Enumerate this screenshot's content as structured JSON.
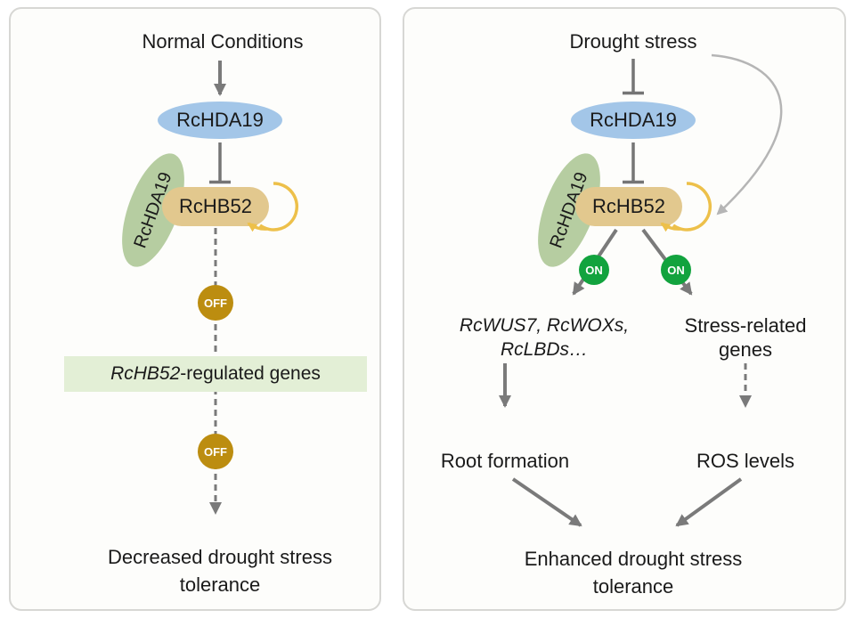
{
  "figure": {
    "left": {
      "title": "Normal Conditions",
      "hda19": "RcHDA19",
      "hda19_side": "RcHDA19",
      "hb52": "RcHB52",
      "off_upper": "OFF",
      "off_lower": "OFF",
      "genes_gene": "RcHB52",
      "genes_suffix": "-regulated genes",
      "outcome1": "Decreased drought stress",
      "outcome2": "tolerance"
    },
    "right": {
      "title": "Drought stress",
      "hda19": "RcHDA19",
      "hda19_side": "RcHDA19",
      "hb52": "RcHB52",
      "on_left": "ON",
      "on_right": "ON",
      "targets1": "RcWUS7, RcWOXs,",
      "targets2": "RcLBDs…",
      "stress1": "Stress-related",
      "stress2": "genes",
      "root": "Root formation",
      "ros": "ROS levels",
      "outcome1": "Enhanced drought stress",
      "outcome2": "tolerance"
    },
    "colors": {
      "hda19_fill": "#a3c6e8",
      "hda19_side_fill": "#b6cda1",
      "hb52_fill": "#e2c88e",
      "off_fill": "#bc8d10",
      "on_fill": "#12a33e",
      "gene_box_fill": "#e3efd6",
      "arrow_gray": "#7a7a7a",
      "self_loop_yellow": "#edc04a",
      "feedback_curve_gray": "#b5b5b5"
    }
  }
}
